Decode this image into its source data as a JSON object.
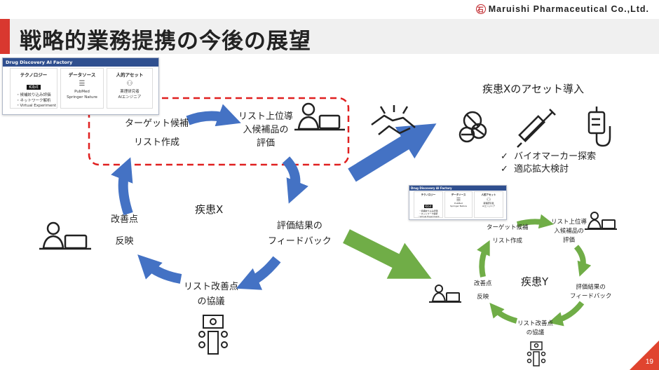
{
  "header": {
    "company": "Maruishi Pharmaceutical Co.,Ltd.",
    "logo_glyph": "石",
    "title": "戦略的業務提携の今後の展望"
  },
  "factory": {
    "title": "Drug Discovery AI Factory",
    "columns": [
      {
        "title": "テクノロジー",
        "items": [
          "・候補絞り込み評価",
          "・ネットワーク解析",
          "・Virtual Experiment"
        ]
      },
      {
        "title": "データソース",
        "items": [
          "PubMed",
          "Springer Nature"
        ]
      },
      {
        "title": "人的アセット",
        "items": [
          "薬理研究者",
          "AIエンジニア"
        ]
      }
    ]
  },
  "cycle_x": {
    "target": "ターゲット候補\nリスト作成",
    "top": "リスト上位導\n入候補品の\n評価",
    "feedback": "評価結果の\nフィードバック",
    "discussion": "リスト改善点\nの協議",
    "improve": "改善点\n\n反映",
    "center": "疾患X"
  },
  "assets": {
    "title": "疾患Xのアセット導入",
    "bullets": [
      "バイオマーカー探索",
      "適応拡大検討"
    ],
    "check_glyph": "✓"
  },
  "cycle_y": {
    "target": "ターゲット候補\nリスト作成",
    "top": "リスト上位導\n入候補品の\n評価",
    "feedback": "評価結果の\nフィードバック",
    "discussion": "リスト改善点\nの協議",
    "improve": "改善点\n\n反映",
    "center": "疾患Y"
  },
  "icons": [
    "person-laptop-icon",
    "handshake-icon",
    "pills-icon",
    "syringe-icon",
    "iv-bag-icon",
    "meeting-icon"
  ],
  "colors": {
    "blue_arrow": "#4472c4",
    "green_arrow": "#70ad47",
    "dashed_box": "#e02020",
    "accent": "#d9382f",
    "panel_header": "#2f4f8f"
  },
  "page": {
    "number": "19"
  }
}
